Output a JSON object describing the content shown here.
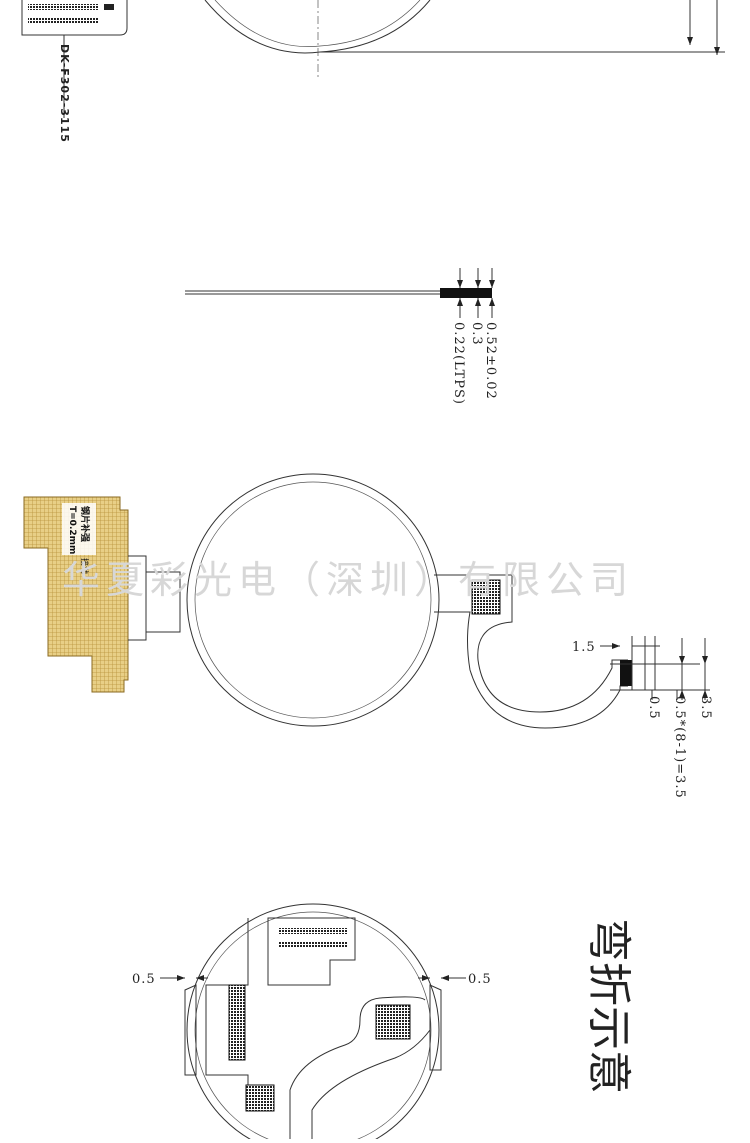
{
  "part_number": "DK-F302-3115",
  "stack_dims": {
    "total": "0.52±0.02",
    "cover": "0.3",
    "panel": "0.22(LTPS)"
  },
  "stiffener": {
    "line1": "钢片补强",
    "line2": "T=0.2mm",
    "line3": "接地"
  },
  "watermark": "华夏彩光电（深圳）有限公司",
  "fpc_dims": {
    "width": "1.5",
    "pad": "0.5",
    "pitch": "0.5*(8-1)=3.5",
    "total": "3.5"
  },
  "bend_dims": {
    "left": "0.5",
    "right": "0.5"
  },
  "bend_title": "弯折示意"
}
